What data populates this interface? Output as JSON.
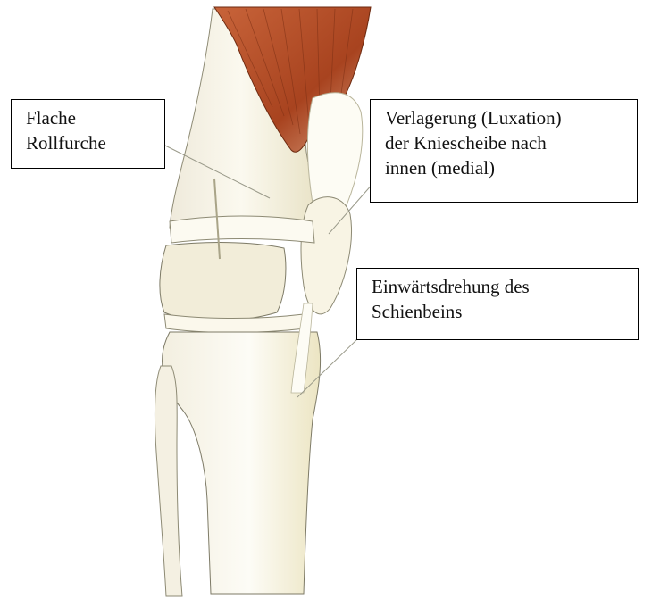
{
  "diagram": {
    "subject": "knee-joint-anatomy",
    "colors": {
      "muscle": "#b5532c",
      "muscle_dark": "#7c2f14",
      "bone": "#f7f4e6",
      "bone_shadow": "#cfc9a8",
      "outline": "#6d6a58",
      "leader_line": "#9a9a8a"
    },
    "labels": {
      "flat_groove": {
        "lines": [
          "Flache",
          "Rollfurche"
        ]
      },
      "patella_luxation": {
        "lines": [
          "Verlagerung (Luxation)",
          "der Kniescheibe nach",
          "innen (medial)"
        ]
      },
      "tibia_rotation": {
        "lines": [
          "Einwärtsdrehung des",
          "Schienbeins"
        ]
      }
    }
  }
}
